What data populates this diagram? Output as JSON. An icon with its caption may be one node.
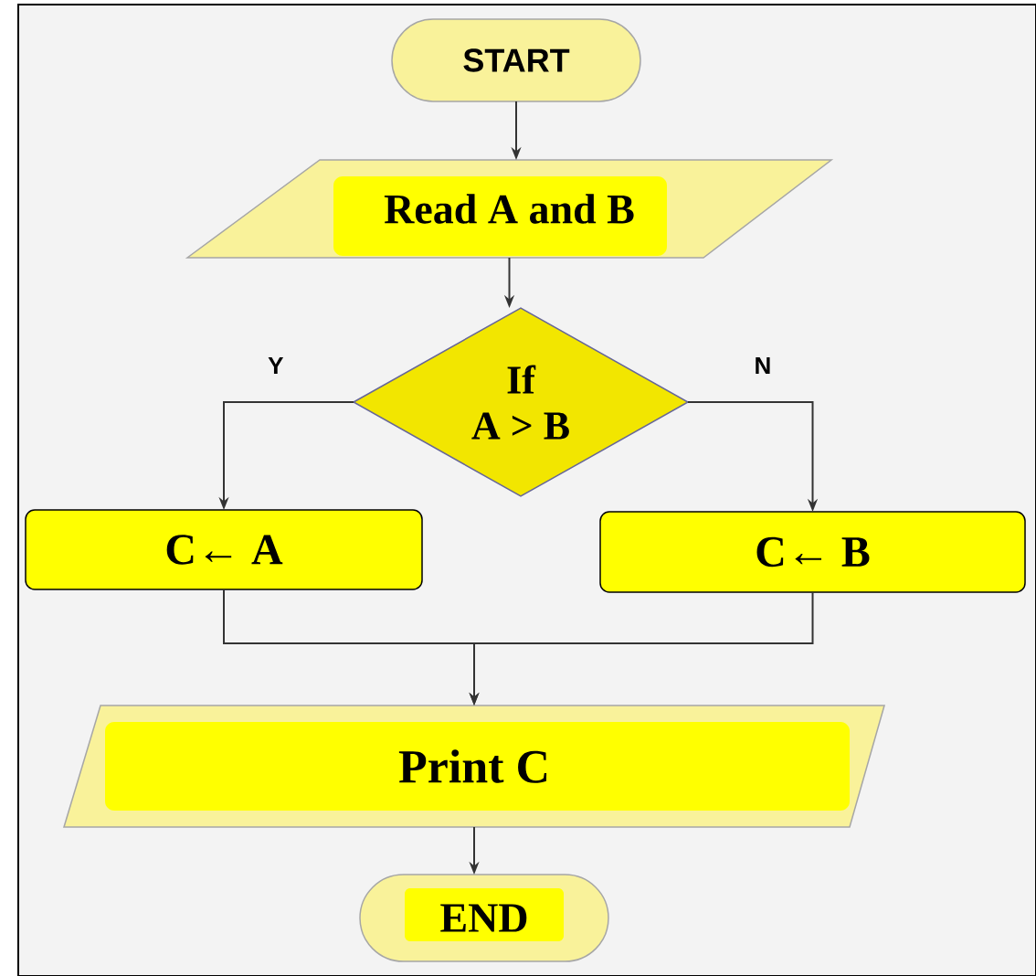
{
  "diagram": {
    "nodes": [
      {
        "text": [
          "START"
        ]
      },
      {
        "text": [
          "Read A and B"
        ]
      },
      {
        "text": [
          "If",
          "A > B"
        ]
      },
      {
        "text": [
          "C← A"
        ]
      },
      {
        "text": [
          "C← B"
        ]
      },
      {
        "text": [
          "Print C"
        ]
      },
      {
        "text": [
          "END"
        ]
      }
    ],
    "edges": [
      {
        "from": 0,
        "to": 1,
        "arrow": "to"
      },
      {
        "from": 1,
        "to": 2,
        "arrow": "to"
      },
      {
        "from": 2,
        "to": 3,
        "arrow": "to",
        "label": "Y"
      },
      {
        "from": 2,
        "to": 4,
        "arrow": "to",
        "label": "N"
      },
      {
        "from": 3,
        "to": 5,
        "arrow": "to"
      },
      {
        "from": 4,
        "to": 5,
        "arrow": "to"
      },
      {
        "from": 5,
        "to": 6,
        "arrow": "to"
      }
    ]
  }
}
